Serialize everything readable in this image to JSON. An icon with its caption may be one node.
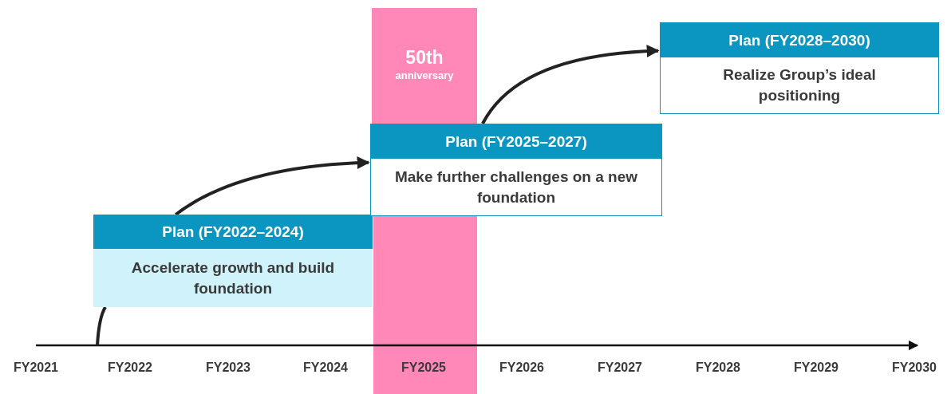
{
  "diagram": {
    "nodes": [
      {
        "text": [
          "50th",
          "anniversary"
        ]
      },
      {
        "text": [
          "Plan (FY2022–2024)",
          "Accelerate growth and build foundation"
        ]
      },
      {
        "text": [
          "Plan (FY2025–2027)",
          "Make further challenges on a new foundation"
        ]
      },
      {
        "text": [
          "Plan (FY2028–2030)",
          "Realize Group’s ideal positioning"
        ]
      }
    ],
    "edges": [
      {
        "from": null,
        "to": 1,
        "arrow": "none"
      },
      {
        "from": 1,
        "to": 2,
        "arrow": "to"
      },
      {
        "from": 2,
        "to": 3,
        "arrow": "to"
      }
    ],
    "labels": [
      "FY2021",
      "FY2022",
      "FY2023",
      "FY2024",
      "FY2025",
      "FY2026",
      "FY2027",
      "FY2028",
      "FY2029",
      "FY2030"
    ]
  }
}
